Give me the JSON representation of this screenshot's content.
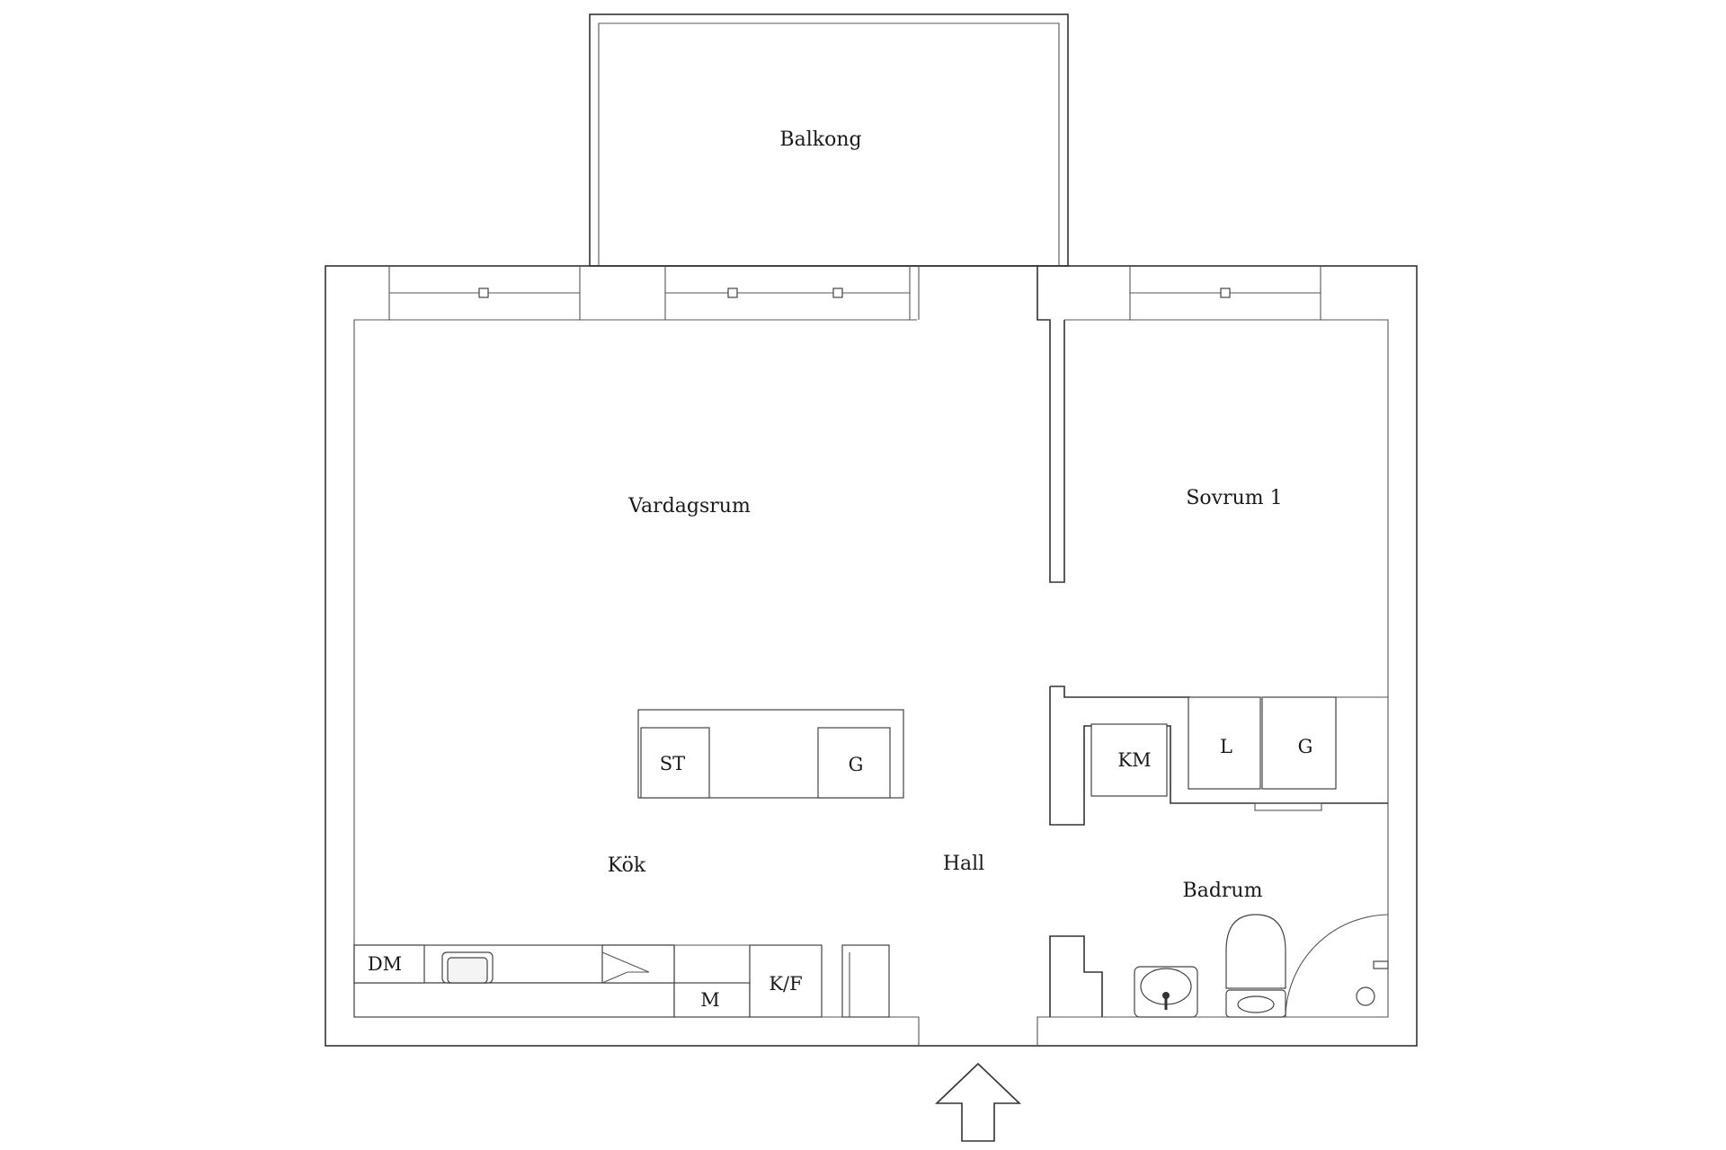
{
  "rooms": {
    "balcony": "Balkong",
    "living": "Vardagsrum",
    "bedroom": "Sovrum 1",
    "kitchen": "Kök",
    "hall": "Hall",
    "bathroom": "Badrum"
  },
  "fixtures": {
    "stove": "ST",
    "island_cabinet": "G",
    "dishwasher": "DM",
    "microwave": "M",
    "fridge_freezer": "K/F",
    "laundry_machine": "KM",
    "linen_closet": "L",
    "wardrobe": "G"
  },
  "icons": {
    "entrance": "entrance-arrow-icon"
  }
}
